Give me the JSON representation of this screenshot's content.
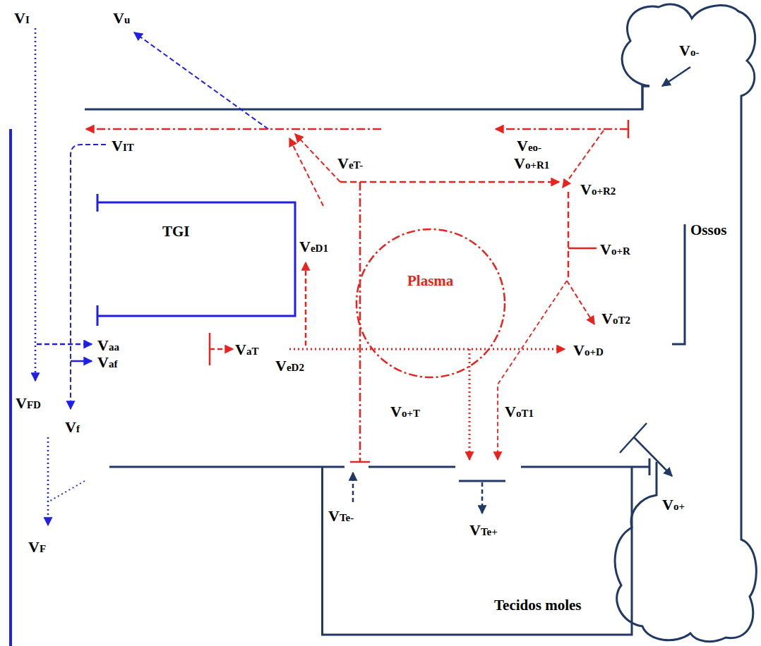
{
  "diagram": {
    "nodes": [
      {
        "text": [
          "TGI"
        ]
      },
      {
        "text": [
          "Plasma"
        ]
      },
      {
        "text": [
          "Ossos"
        ]
      },
      {
        "text": [
          "Tecidos moles"
        ]
      }
    ],
    "labels": [
      "VI",
      "Vu",
      "Vo-",
      "Veo-",
      "VIT",
      "VeT-",
      "Vo+R1",
      "Vo+R2",
      "VeD1",
      "Vo+R",
      "VoT2",
      "Vaa",
      "VaT",
      "Vo+D",
      "Vaf",
      "VeD2",
      "VFD",
      "Vf",
      "Vo+T",
      "VoT1",
      "Vo+",
      "VTe-",
      "VTe+",
      "VF"
    ]
  }
}
